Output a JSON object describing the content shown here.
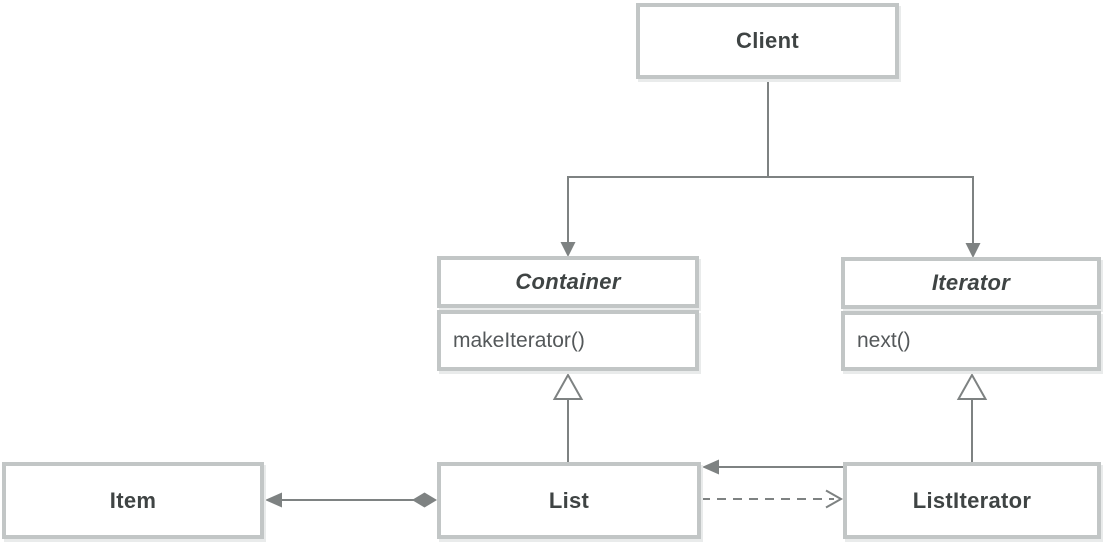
{
  "diagram_type": "uml-class-diagram",
  "classes": {
    "client": {
      "name": "Client"
    },
    "container": {
      "name": "Container",
      "abstract": true,
      "methods": [
        "makeIterator()"
      ]
    },
    "iterator": {
      "name": "Iterator",
      "abstract": true,
      "methods": [
        "next()"
      ]
    },
    "item": {
      "name": "Item"
    },
    "list": {
      "name": "List"
    },
    "list_iterator": {
      "name": "ListIterator"
    }
  },
  "relationships": [
    {
      "from": "Client",
      "to": "Container",
      "type": "directed-association",
      "line": "solid",
      "head": "filled-arrow"
    },
    {
      "from": "Client",
      "to": "Iterator",
      "type": "directed-association",
      "line": "solid",
      "head": "filled-arrow"
    },
    {
      "from": "List",
      "to": "Container",
      "type": "generalization",
      "line": "solid",
      "head": "hollow-triangle"
    },
    {
      "from": "ListIterator",
      "to": "Iterator",
      "type": "generalization",
      "line": "solid",
      "head": "hollow-triangle"
    },
    {
      "from": "List",
      "to": "Item",
      "type": "aggregation",
      "line": "solid",
      "head": "filled-arrow",
      "tail": "filled-diamond"
    },
    {
      "from": "ListIterator",
      "to": "List",
      "type": "directed-association",
      "line": "solid",
      "head": "filled-arrow"
    },
    {
      "from": "List",
      "to": "ListIterator",
      "type": "dependency",
      "line": "dashed",
      "head": "open-arrow"
    }
  ],
  "colors": {
    "background": "#ffffff",
    "box_border": "#c2c6c6",
    "connector": "#7e8282",
    "class_name_text": "#3f4444",
    "method_text": "#54585a"
  }
}
